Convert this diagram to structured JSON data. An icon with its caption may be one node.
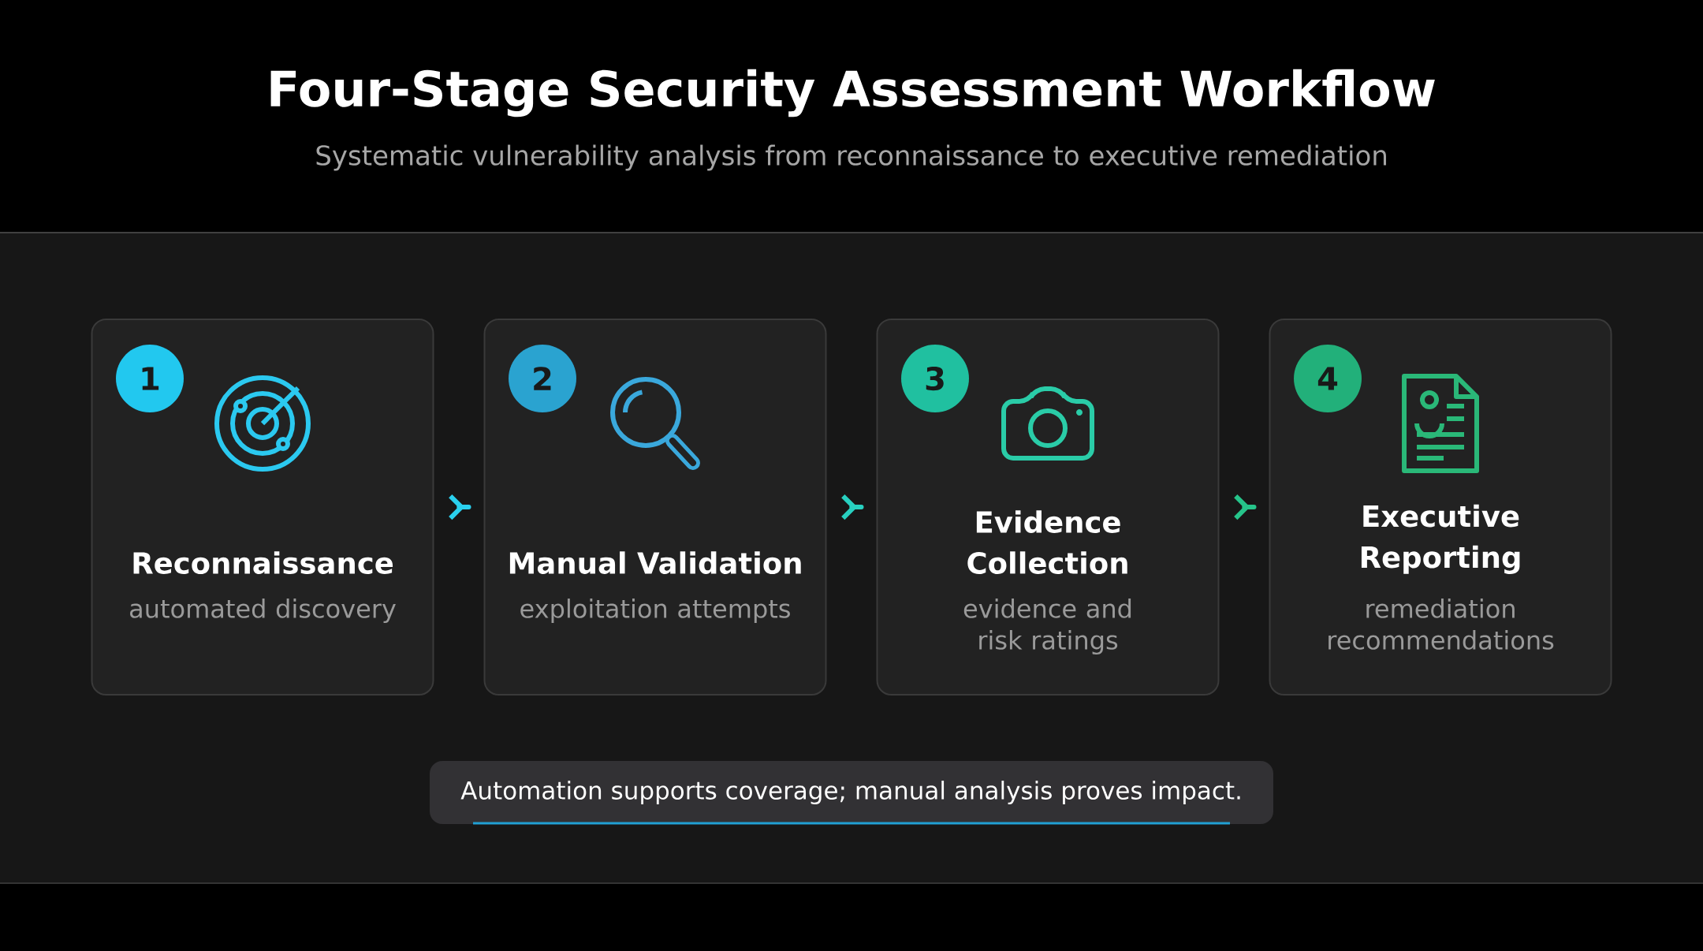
{
  "diagram": {
    "title": "Four-Stage Security Assessment Workflow",
    "nodes": [
      {
        "text": [
          "Reconnaissance",
          "automated discovery"
        ]
      },
      {
        "text": [
          "1"
        ],
        "in": 0
      },
      {
        "text": [
          "Manual Validation",
          "exploitation attempts"
        ]
      },
      {
        "text": [
          "2"
        ],
        "in": 2
      },
      {
        "text": [
          "Evidence Collection",
          "evidence and risk ratings"
        ]
      },
      {
        "text": [
          "3"
        ],
        "in": 4
      },
      {
        "text": [
          "Executive Reporting",
          "remediation recommendations"
        ]
      },
      {
        "text": [
          "4"
        ],
        "in": 6
      },
      {
        "text": [
          "Automation supports coverage; manual analysis proves impact."
        ]
      }
    ],
    "edges": [
      {
        "from": 0,
        "to": 2,
        "arrow": "to",
        "color": "#2ad0ee"
      },
      {
        "from": 2,
        "to": 4,
        "arrow": "to",
        "color": "#28d0c0"
      },
      {
        "from": 4,
        "to": 6,
        "arrow": "to",
        "color": "#26c48a"
      }
    ],
    "labels": [
      "Systematic vulnerability analysis from reconnaissance to executive remediation"
    ]
  }
}
